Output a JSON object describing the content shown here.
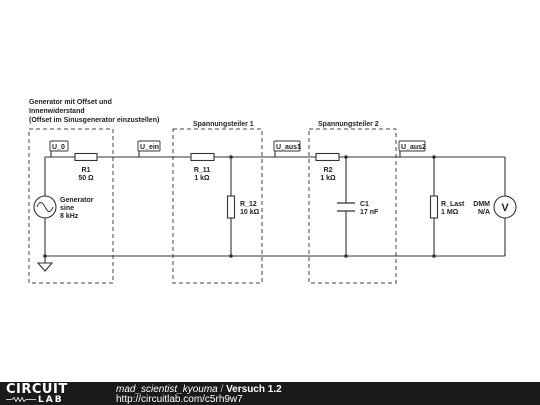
{
  "groups": {
    "generator": [
      "Generator mit Offset und",
      "Innenwiderstand",
      "(Offset im Sinusgenerator einzustellen)"
    ],
    "divider1": "Spannungsteiler 1",
    "divider2": "Spannungsteiler 2"
  },
  "nodes": {
    "u0": "U_0",
    "uein": "U_ein",
    "uaus1": "U_aus1",
    "uaus2": "U_aus2"
  },
  "components": {
    "r1": {
      "name": "R1",
      "value": "50 Ω"
    },
    "r11": {
      "name": "R_11",
      "value": "1 kΩ"
    },
    "r12": {
      "name": "R_12",
      "value": "10 kΩ"
    },
    "r2": {
      "name": "R2",
      "value": "1 kΩ"
    },
    "c1": {
      "name": "C1",
      "value": "17 nF"
    },
    "rlast": {
      "name": "R_Last",
      "value": "1 MΩ"
    },
    "gen": {
      "name": "Generator",
      "type": "sine",
      "freq": "8 kHz"
    },
    "dmm": {
      "name": "DMM",
      "value": "N/A",
      "symbol": "V"
    }
  },
  "footer": {
    "logo_top": "CIRCUIT",
    "logo_bottom": "LAB",
    "author": "mad_scientist_kyouma",
    "separator": "/",
    "title": "Versuch 1.2",
    "url": "http://circuitlab.com/c5rh9w7"
  },
  "colors": {
    "wire": "#333333",
    "footer_bg": "#1a1a1a",
    "text": "#222222"
  }
}
